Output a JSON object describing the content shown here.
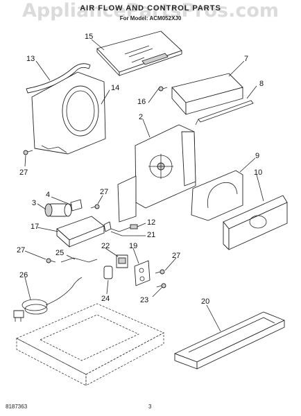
{
  "watermark": "AppliancePartsPros.com",
  "header": {
    "title": "AIR FLOW AND CONTROL PARTS",
    "model": "For Model: ACM052XJ0"
  },
  "footer": {
    "doc_number": "8187363",
    "page_number": "3"
  },
  "callouts": {
    "n2": "2",
    "n3": "3",
    "n4": "4",
    "n7": "7",
    "n8": "8",
    "n9": "9",
    "n10": "10",
    "n12": "12",
    "n13": "13",
    "n14": "14",
    "n15": "15",
    "n16": "16",
    "n17": "17",
    "n19": "19",
    "n20": "20",
    "n21": "21",
    "n22": "22",
    "n23": "23",
    "n24": "24",
    "n25": "25",
    "n26": "26",
    "n27a": "27",
    "n27b": "27",
    "n27c": "27",
    "n27d": "27"
  },
  "colors": {
    "line": "#222222",
    "watermark": "#bebebe"
  }
}
